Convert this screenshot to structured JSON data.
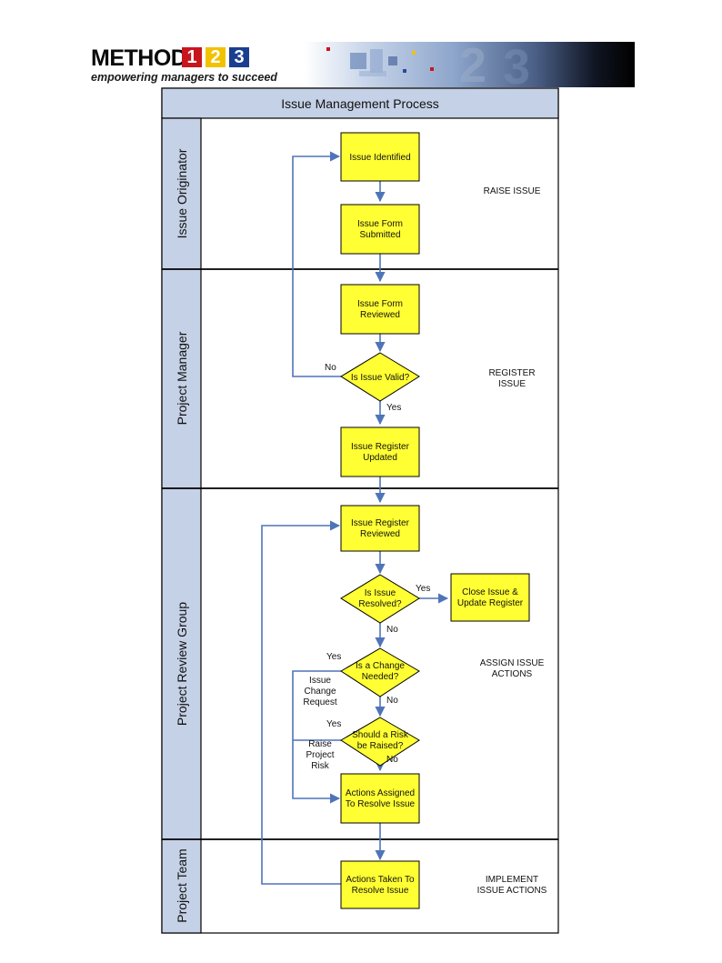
{
  "logo": {
    "brand": "METHOD",
    "digits": [
      "1",
      "2",
      "3"
    ],
    "tagline": "empowering managers to succeed",
    "colors": {
      "one": "#c8161d",
      "two": "#f2c200",
      "three": "#1a3f8f"
    }
  },
  "diagram": {
    "title": "Issue Management Process",
    "lanes": [
      {
        "label": "Issue Originator",
        "phase": [
          "RAISE ISSUE"
        ]
      },
      {
        "label": "Project Manager",
        "phase": [
          "REGISTER",
          "ISSUE"
        ]
      },
      {
        "label": "Project Review Group",
        "phase": [
          "ASSIGN ISSUE",
          "ACTIONS"
        ]
      },
      {
        "label": "Project Team",
        "phase": [
          "IMPLEMENT",
          "ISSUE ACTIONS"
        ]
      }
    ],
    "nodes": {
      "issue_identified": [
        "Issue Identified"
      ],
      "issue_form_submitted": [
        "Issue Form",
        "Submitted"
      ],
      "issue_form_reviewed": [
        "Issue Form",
        "Reviewed"
      ],
      "is_issue_valid": [
        "Is Issue Valid?"
      ],
      "issue_register_updated": [
        "Issue Register",
        "Updated"
      ],
      "issue_register_reviewed": [
        "Issue Register",
        "Reviewed"
      ],
      "is_issue_resolved": [
        "Is Issue",
        "Resolved?"
      ],
      "close_issue": [
        "Close Issue &",
        "Update Register"
      ],
      "is_change_needed": [
        "Is a Change",
        "Needed?"
      ],
      "should_risk_be_raised": [
        "Should a Risk",
        "be Raised?"
      ],
      "actions_assigned": [
        "Actions Assigned",
        "To Resolve Issue"
      ],
      "actions_taken": [
        "Actions Taken To",
        "Resolve Issue"
      ]
    },
    "labels": {
      "valid_no": "No",
      "valid_yes": "Yes",
      "resolved_yes": "Yes",
      "resolved_no": "No",
      "change_yes": "Yes",
      "change_no": "No",
      "risk_yes": "Yes",
      "risk_no": "No",
      "change_request": [
        "Issue",
        "Change",
        "Request"
      ],
      "project_risk": [
        "Raise",
        "Project",
        "Risk"
      ]
    },
    "colors": {
      "header_fill": "#c5d1e6",
      "process_fill": "#ffff33",
      "connector": "#4f74b8",
      "border": "#000000"
    }
  }
}
